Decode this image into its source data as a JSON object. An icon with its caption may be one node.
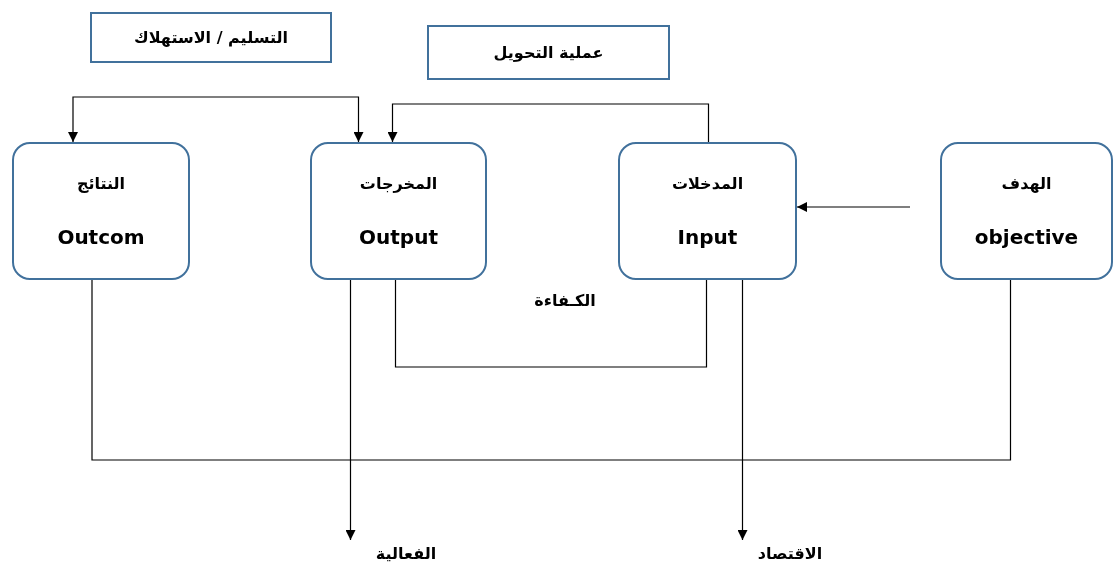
{
  "diagram": {
    "nodes": [
      {
        "text": [
          "النتائج",
          "Outcom"
        ]
      },
      {
        "text": [
          "المخرجات",
          "Output"
        ]
      },
      {
        "text": [
          "المدخلات",
          "Input"
        ]
      },
      {
        "text": [
          "الهدف",
          "objective"
        ]
      },
      {
        "text": [
          "التسليم / الاستهلاك"
        ]
      },
      {
        "text": [
          "عملية التحويل"
        ]
      },
      {
        "text": [
          "الفعالية"
        ]
      },
      {
        "text": [
          "الاقتصاد"
        ]
      }
    ],
    "edges": [
      {
        "from": 3,
        "to": 2,
        "arrow": "to"
      },
      {
        "from": 1,
        "to": 0,
        "arrow": "both"
      },
      {
        "from": 2,
        "to": 1,
        "arrow": "to"
      },
      {
        "from": 1,
        "to": 2,
        "arrow": "none"
      },
      {
        "from": 0,
        "to": 3,
        "arrow": "none"
      },
      {
        "from": 1,
        "to": 6,
        "arrow": "to"
      },
      {
        "from": 2,
        "to": 7,
        "arrow": "to"
      }
    ],
    "labels": [
      "الكـفاءة"
    ]
  }
}
